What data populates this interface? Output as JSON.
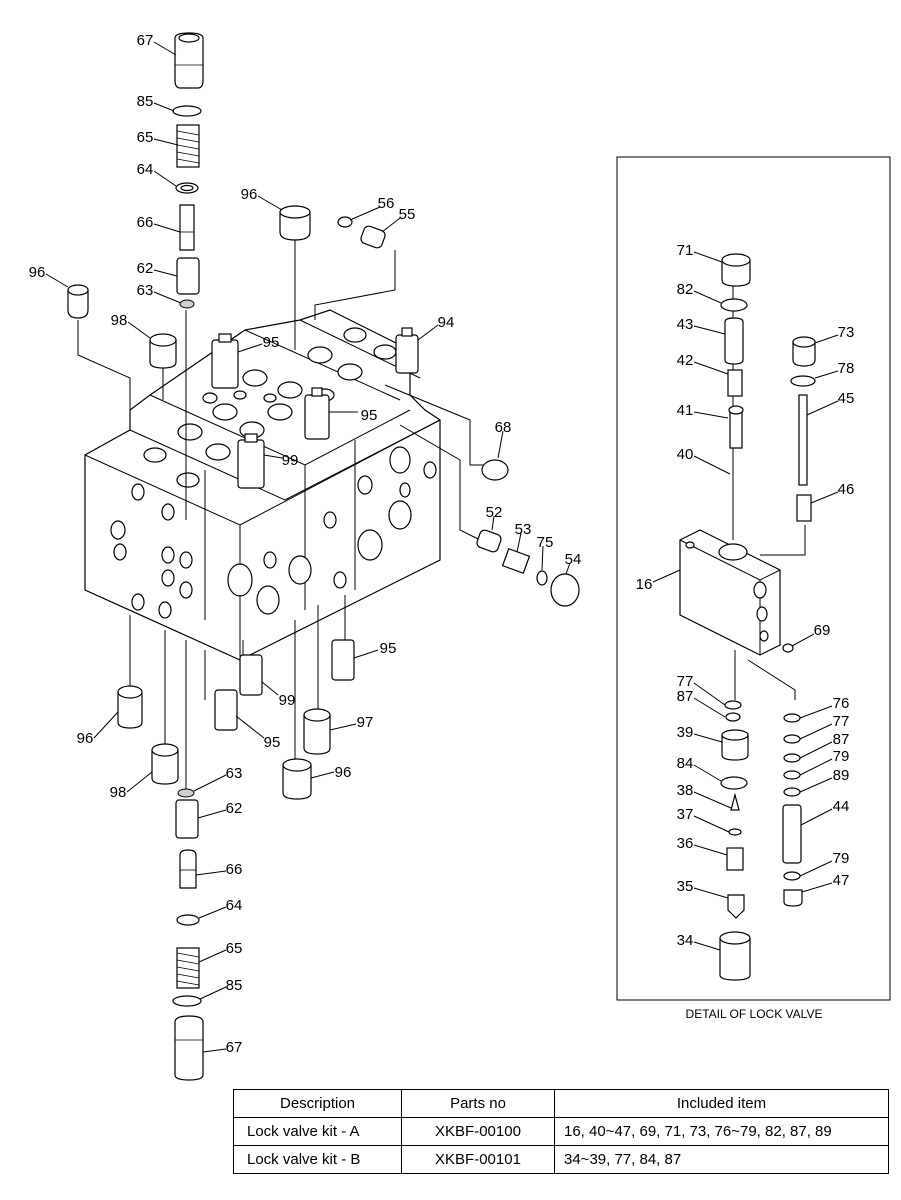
{
  "callouts": [
    {
      "id": "c67a",
      "text": "67"
    },
    {
      "id": "c85a",
      "text": "85"
    },
    {
      "id": "c65a",
      "text": "65"
    },
    {
      "id": "c64a",
      "text": "64"
    },
    {
      "id": "c66a",
      "text": "66"
    },
    {
      "id": "c62a",
      "text": "62"
    },
    {
      "id": "c63a",
      "text": "63"
    },
    {
      "id": "c96a",
      "text": "96"
    },
    {
      "id": "c96b",
      "text": "96"
    },
    {
      "id": "c98a",
      "text": "98"
    },
    {
      "id": "c56",
      "text": "56"
    },
    {
      "id": "c55",
      "text": "55"
    },
    {
      "id": "c95a",
      "text": "95"
    },
    {
      "id": "c94",
      "text": "94"
    },
    {
      "id": "c95b",
      "text": "95"
    },
    {
      "id": "c68",
      "text": "68"
    },
    {
      "id": "c99a",
      "text": "99"
    },
    {
      "id": "c52",
      "text": "52"
    },
    {
      "id": "c53",
      "text": "53"
    },
    {
      "id": "c75",
      "text": "75"
    },
    {
      "id": "c54",
      "text": "54"
    },
    {
      "id": "c95c",
      "text": "95"
    },
    {
      "id": "c99b",
      "text": "99"
    },
    {
      "id": "c95d",
      "text": "95"
    },
    {
      "id": "c97",
      "text": "97"
    },
    {
      "id": "c96c",
      "text": "96"
    },
    {
      "id": "c96d",
      "text": "96"
    },
    {
      "id": "c98b",
      "text": "98"
    },
    {
      "id": "c63b",
      "text": "63"
    },
    {
      "id": "c62b",
      "text": "62"
    },
    {
      "id": "c66b",
      "text": "66"
    },
    {
      "id": "c64b",
      "text": "64"
    },
    {
      "id": "c65b",
      "text": "65"
    },
    {
      "id": "c85b",
      "text": "85"
    },
    {
      "id": "c67b",
      "text": "67"
    },
    {
      "id": "d71",
      "text": "71"
    },
    {
      "id": "d82",
      "text": "82"
    },
    {
      "id": "d43",
      "text": "43"
    },
    {
      "id": "d73",
      "text": "73"
    },
    {
      "id": "d78",
      "text": "78"
    },
    {
      "id": "d42",
      "text": "42"
    },
    {
      "id": "d45",
      "text": "45"
    },
    {
      "id": "d41",
      "text": "41"
    },
    {
      "id": "d40",
      "text": "40"
    },
    {
      "id": "d46",
      "text": "46"
    },
    {
      "id": "d16",
      "text": "16"
    },
    {
      "id": "d69",
      "text": "69"
    },
    {
      "id": "d77a",
      "text": "77"
    },
    {
      "id": "d87a",
      "text": "87"
    },
    {
      "id": "d76",
      "text": "76"
    },
    {
      "id": "d77b",
      "text": "77"
    },
    {
      "id": "d39",
      "text": "39"
    },
    {
      "id": "d87b",
      "text": "87"
    },
    {
      "id": "d79a",
      "text": "79"
    },
    {
      "id": "d84",
      "text": "84"
    },
    {
      "id": "d89",
      "text": "89"
    },
    {
      "id": "d38",
      "text": "38"
    },
    {
      "id": "d44",
      "text": "44"
    },
    {
      "id": "d37",
      "text": "37"
    },
    {
      "id": "d36",
      "text": "36"
    },
    {
      "id": "d79b",
      "text": "79"
    },
    {
      "id": "d35",
      "text": "35"
    },
    {
      "id": "d47",
      "text": "47"
    },
    {
      "id": "d34",
      "text": "34"
    }
  ],
  "detail_caption": "DETAIL OF LOCK VALVE",
  "table": {
    "headers": [
      "Description",
      "Parts no",
      "Included item"
    ],
    "rows": [
      [
        "Lock valve kit - A",
        "XKBF-00100",
        "16, 40~47, 69, 71, 73, 76~79, 82, 87, 89"
      ],
      [
        "Lock valve kit - B",
        "XKBF-00101",
        "34~39, 77, 84, 87"
      ]
    ]
  }
}
